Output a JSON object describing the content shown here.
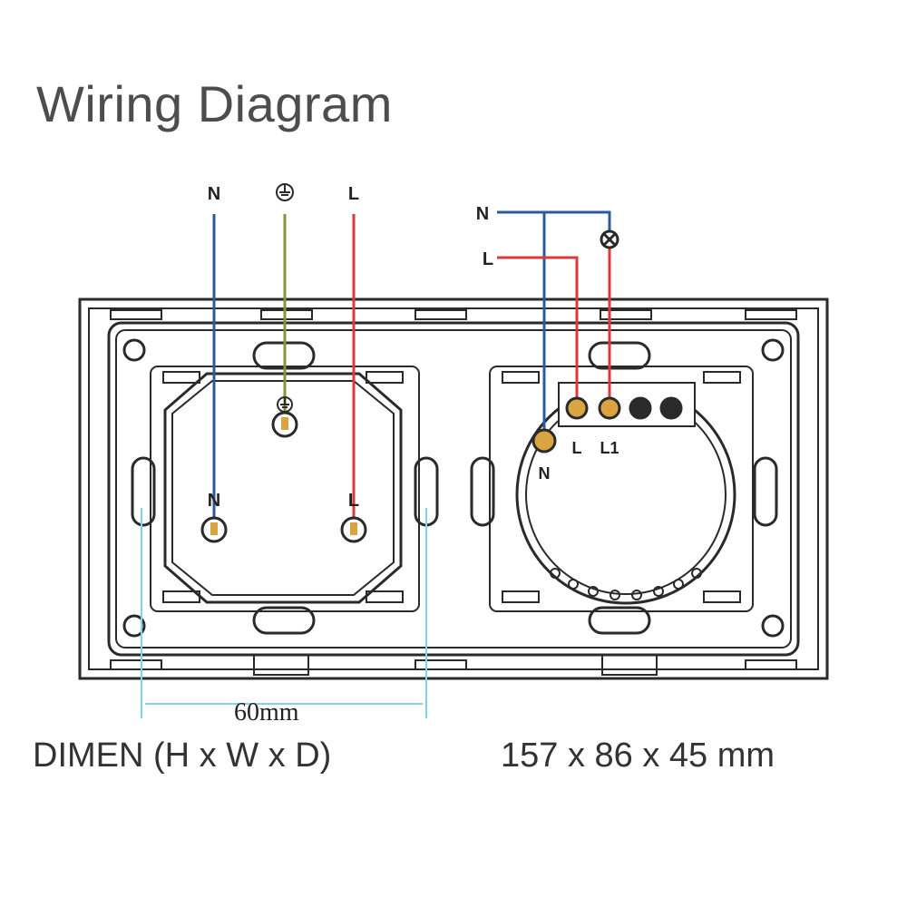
{
  "title": "Wiring Diagram",
  "socket": {
    "top_labels": {
      "neutral": "N",
      "live": "L"
    },
    "pin_labels": {
      "neutral": "N",
      "live": "L"
    }
  },
  "switch": {
    "supply_labels": {
      "neutral": "N",
      "live": "L"
    },
    "terminal_labels": {
      "neutral": "N",
      "live": "L",
      "load": "L1"
    }
  },
  "spacing_label": "60mm",
  "dimensions": {
    "label": "DIMEN (H x W x D)",
    "value": "157 x 86 x 45 mm"
  },
  "colors": {
    "neutral_wire": "#2c5aa0",
    "live_wire": "#d93a3a",
    "earth_wire": "#8a9236",
    "outline": "#2a2a2a",
    "measure_line": "#7fd4ea",
    "terminal": "#d9a441"
  }
}
